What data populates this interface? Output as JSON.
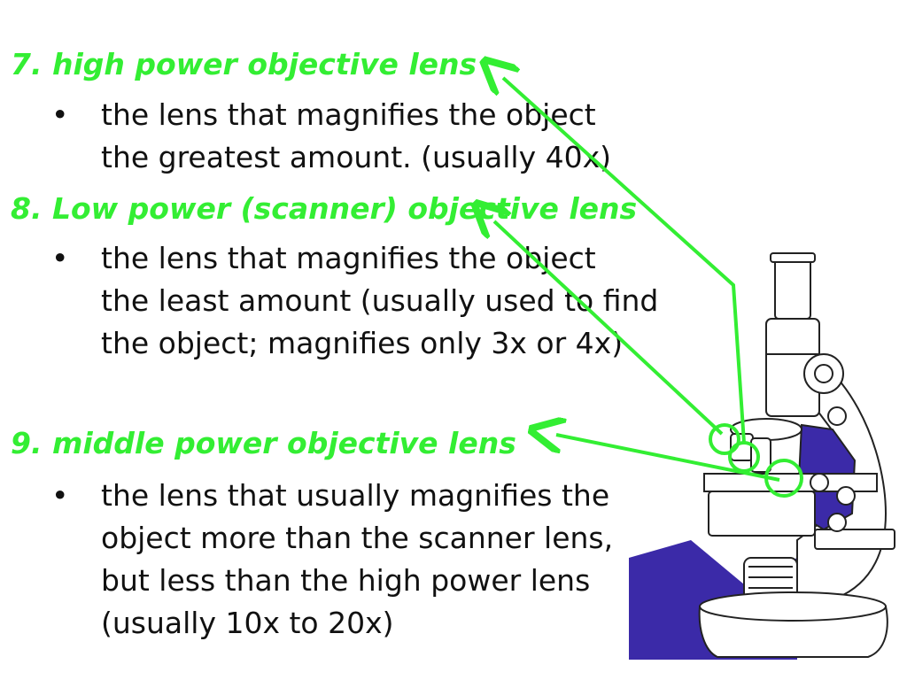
{
  "sections": [
    {
      "heading": "7.  high power objective lens",
      "bullet": "•",
      "lines": [
        "the lens  that magnifies the object",
        "the greatest amount.  (usually 40x)"
      ]
    },
    {
      "heading": "8.  Low power (scanner) objective lens",
      "bullet": "•",
      "lines": [
        "the lens that magnifies the object",
        "the least amount (usually used to find",
        "the object; magnifies only 3x or 4x)"
      ]
    },
    {
      "heading": "9.  middle power objective lens",
      "bullet": "•",
      "lines": [
        "the lens that usually magnifies the",
        "object more than the scanner lens,",
        "but less than the high power lens",
        "(usually 10x to 20x)"
      ]
    }
  ],
  "colors": {
    "heading": "#33ee33",
    "arrow": "#33ee33",
    "microscope_fill": "#3b2aa8"
  },
  "icons": {
    "illustration": "microscope-illustration"
  }
}
